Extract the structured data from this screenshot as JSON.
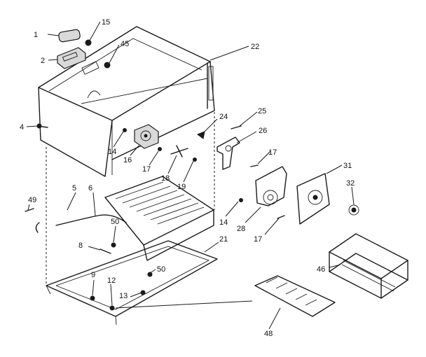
{
  "labels": {
    "l1": "1",
    "l15": "15",
    "l2": "2",
    "l45": "45",
    "l22": "22",
    "l4": "4",
    "l24": "24",
    "l25": "25",
    "l26": "26",
    "l14a": "14",
    "l16": "16",
    "l17a": "17",
    "l18": "18",
    "l19": "19",
    "l17b": "17",
    "l31": "31",
    "l32": "32",
    "l49": "49",
    "l5": "5",
    "l6": "6",
    "l14b": "14",
    "l28": "28",
    "l17c": "17",
    "l50a": "50",
    "l8": "8",
    "l21": "21",
    "l50b": "50",
    "l9": "9",
    "l12": "12",
    "l13": "13",
    "l46": "46",
    "l48": "48"
  }
}
